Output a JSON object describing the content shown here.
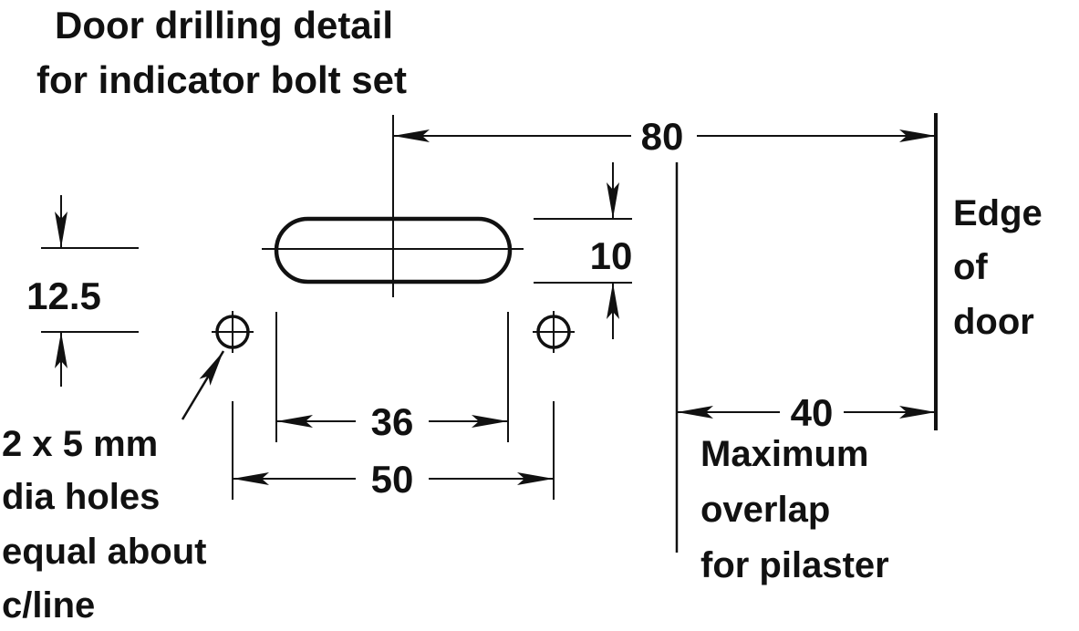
{
  "title": {
    "line1": "Door drilling detail",
    "line2": "for indicator bolt set"
  },
  "dimensions": {
    "overall_to_edge": "80",
    "slot_height": "10",
    "hole_offset": "12.5",
    "slot_length": "36",
    "hole_spacing": "50",
    "overlap": "40"
  },
  "notes": {
    "edge": [
      "Edge",
      "of",
      "door"
    ],
    "holes": [
      "2 x 5 mm",
      "dia holes",
      "equal about",
      "c/line"
    ],
    "overlap": [
      "Maximum",
      "overlap",
      "for pilaster"
    ]
  },
  "colors": {
    "ink": "#111111",
    "background": "#ffffff"
  }
}
